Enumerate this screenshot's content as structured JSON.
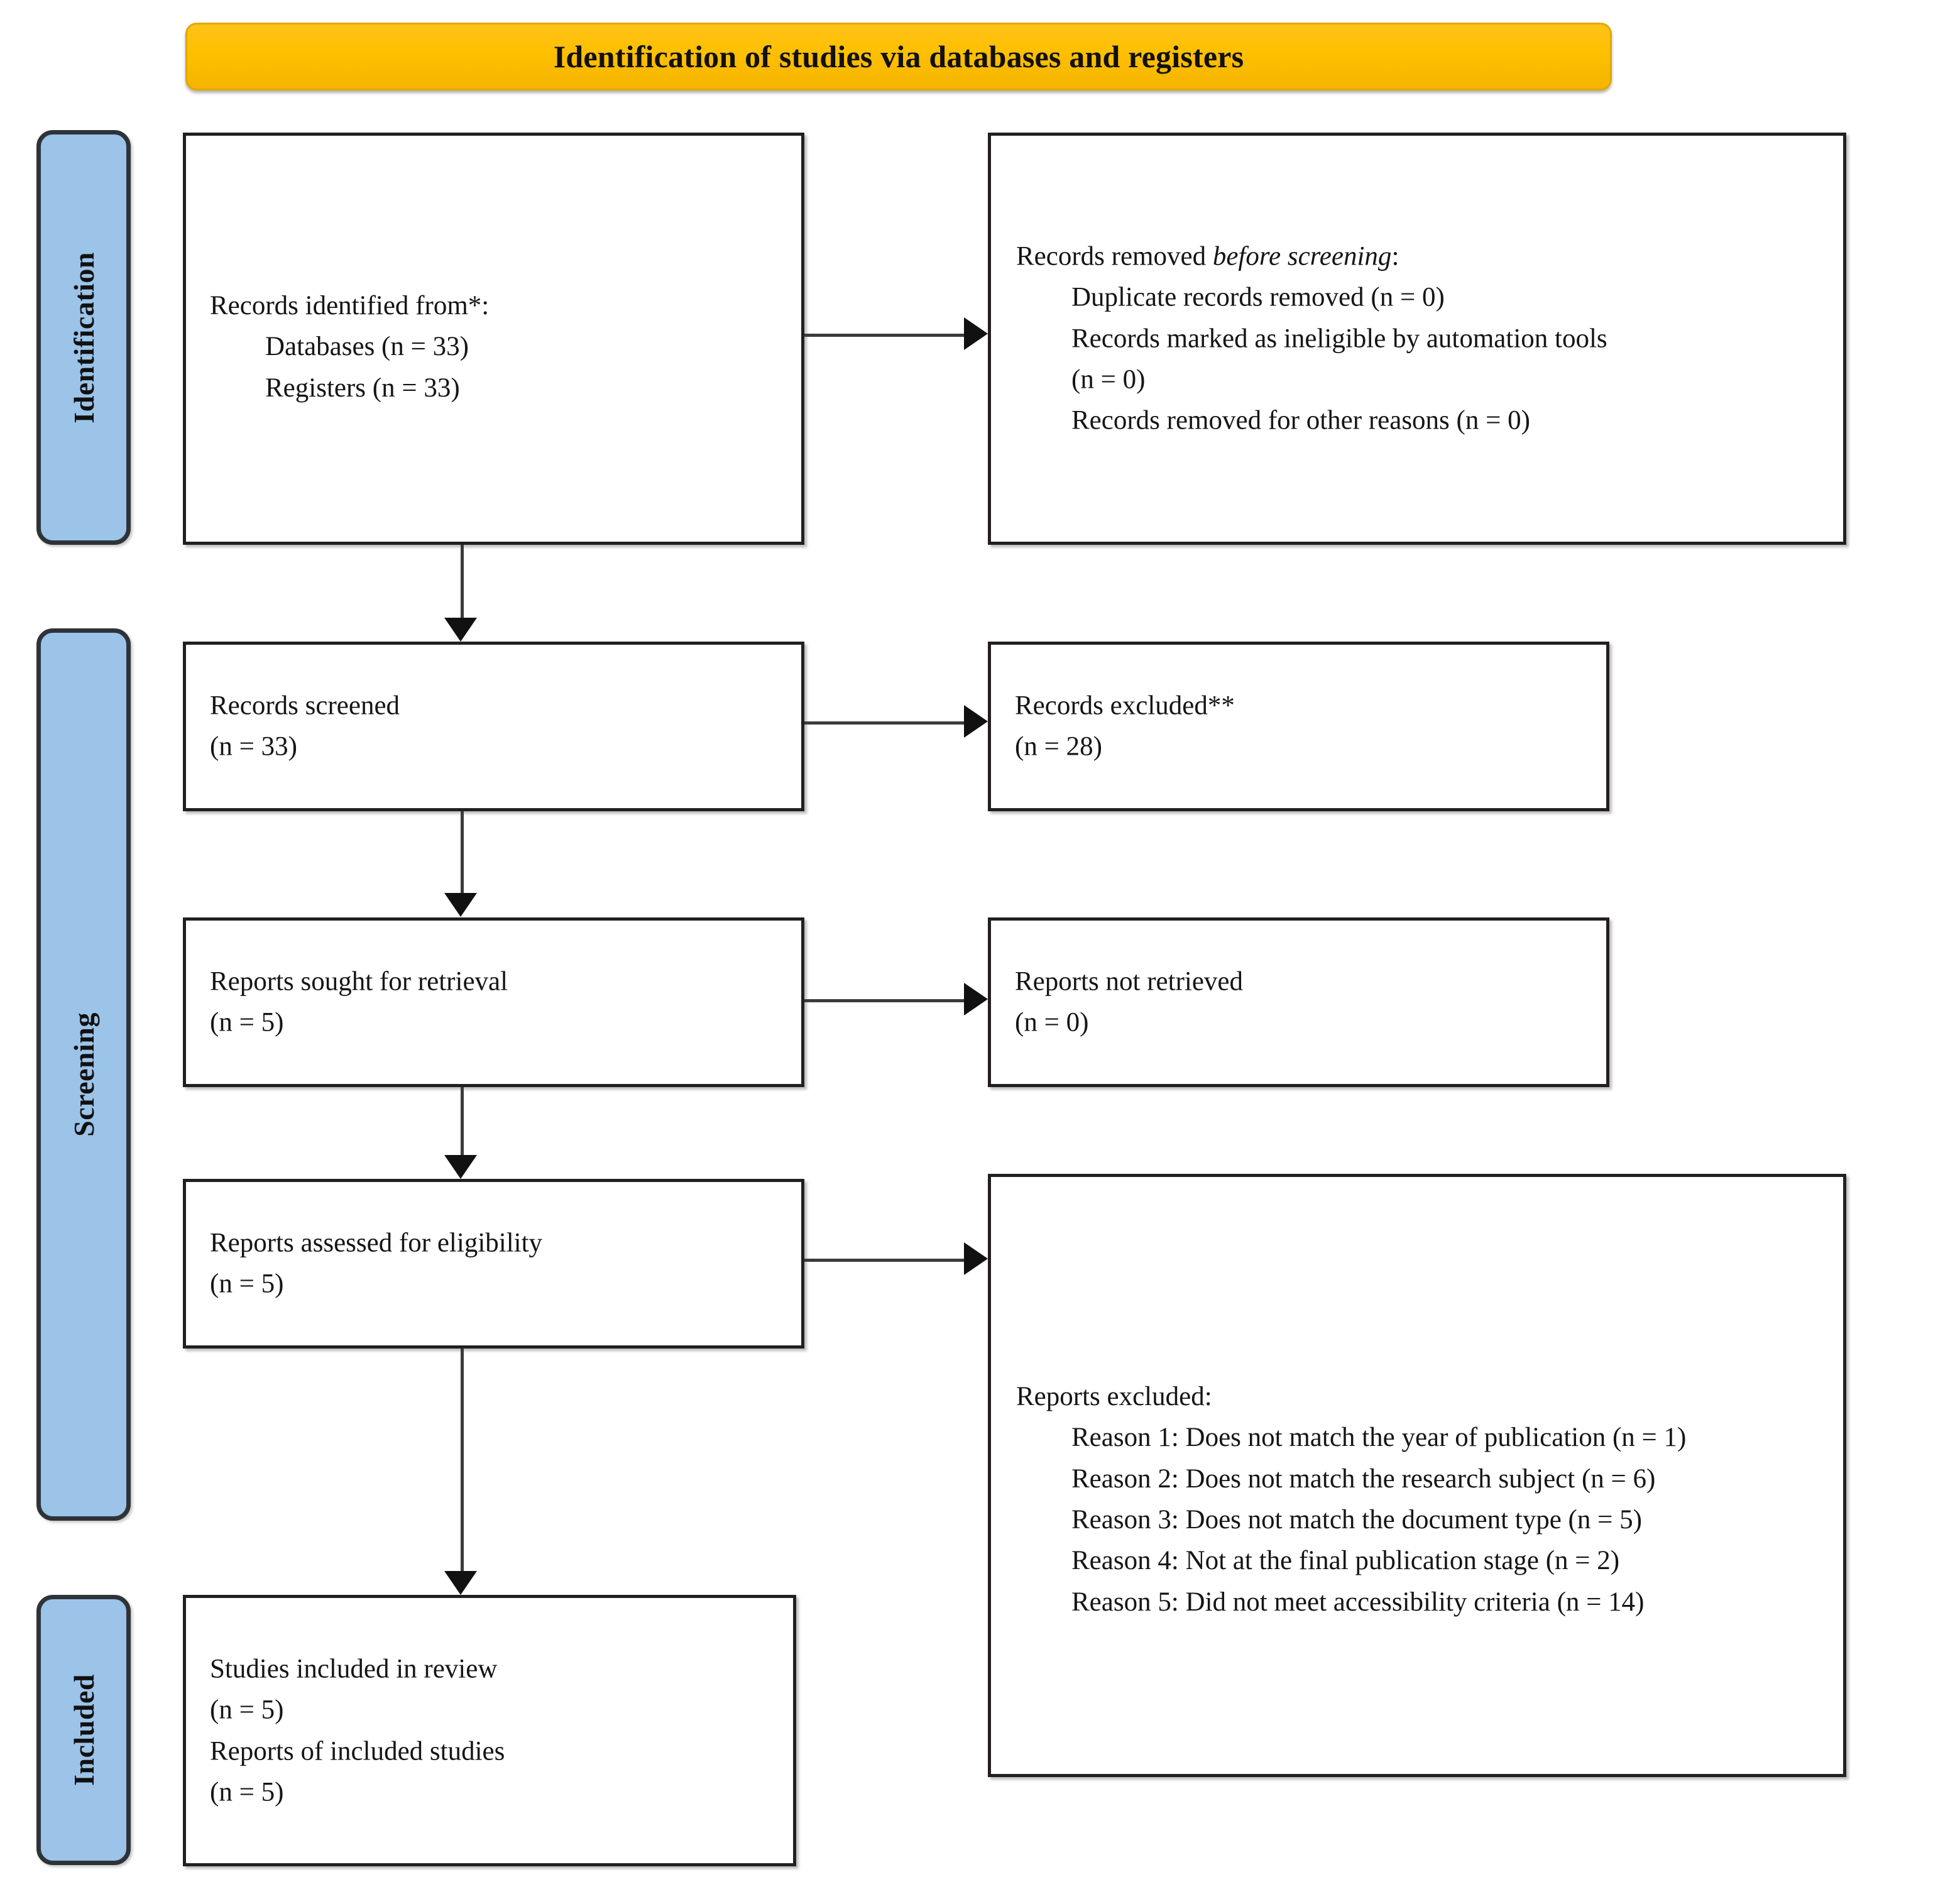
{
  "banner": {
    "title": "Identification of studies via databases and registers"
  },
  "stages": [
    {
      "id": "identification",
      "label": "Identification"
    },
    {
      "id": "screening",
      "label": "Screening"
    },
    {
      "id": "included",
      "label": "Included"
    }
  ],
  "boxes": {
    "identified": {
      "heading": "Records identified from*:",
      "items": [
        "Databases (n = 33)",
        "Registers (n = 33)"
      ]
    },
    "removed": {
      "heading_pre": "Records removed ",
      "heading_italic": "before screening",
      "heading_post": ":",
      "items": [
        "Duplicate records removed (n = 0)",
        "Records marked as ineligible by automation tools",
        "(n = 0)",
        "Records removed for other reasons (n = 0)"
      ]
    },
    "screened": {
      "label": "Records screened",
      "count": "(n = 33)"
    },
    "excluded": {
      "label": "Records excluded**",
      "count": "(n = 28)"
    },
    "sought": {
      "label": "Reports sought for retrieval",
      "count": "(n = 5)"
    },
    "not_retrieved": {
      "label": "Reports not retrieved",
      "count": "(n = 0)"
    },
    "assessed": {
      "label": "Reports assessed for eligibility",
      "count": "(n = 5)"
    },
    "reports_excluded": {
      "heading": "Reports excluded:",
      "reasons": [
        "Reason 1: Does not match the year of publication (n = 1)",
        "Reason 2: Does not match the research subject (n = 6)",
        "Reason 3: Does not match the document type (n = 5)",
        "Reason 4: Not at the final publication stage (n = 2)",
        "Reason 5: Did not meet accessibility criteria (n = 14)"
      ]
    },
    "included": {
      "label_studies": "Studies included in review",
      "count_studies": "(n = 5)",
      "label_reports": "Reports of included studies",
      "count_reports": "(n = 5)"
    }
  },
  "colors": {
    "banner_fill": "#FFC000",
    "stage_fill": "#9CC3E8",
    "box_border": "#231F20",
    "connector": "#3B3B3B"
  }
}
